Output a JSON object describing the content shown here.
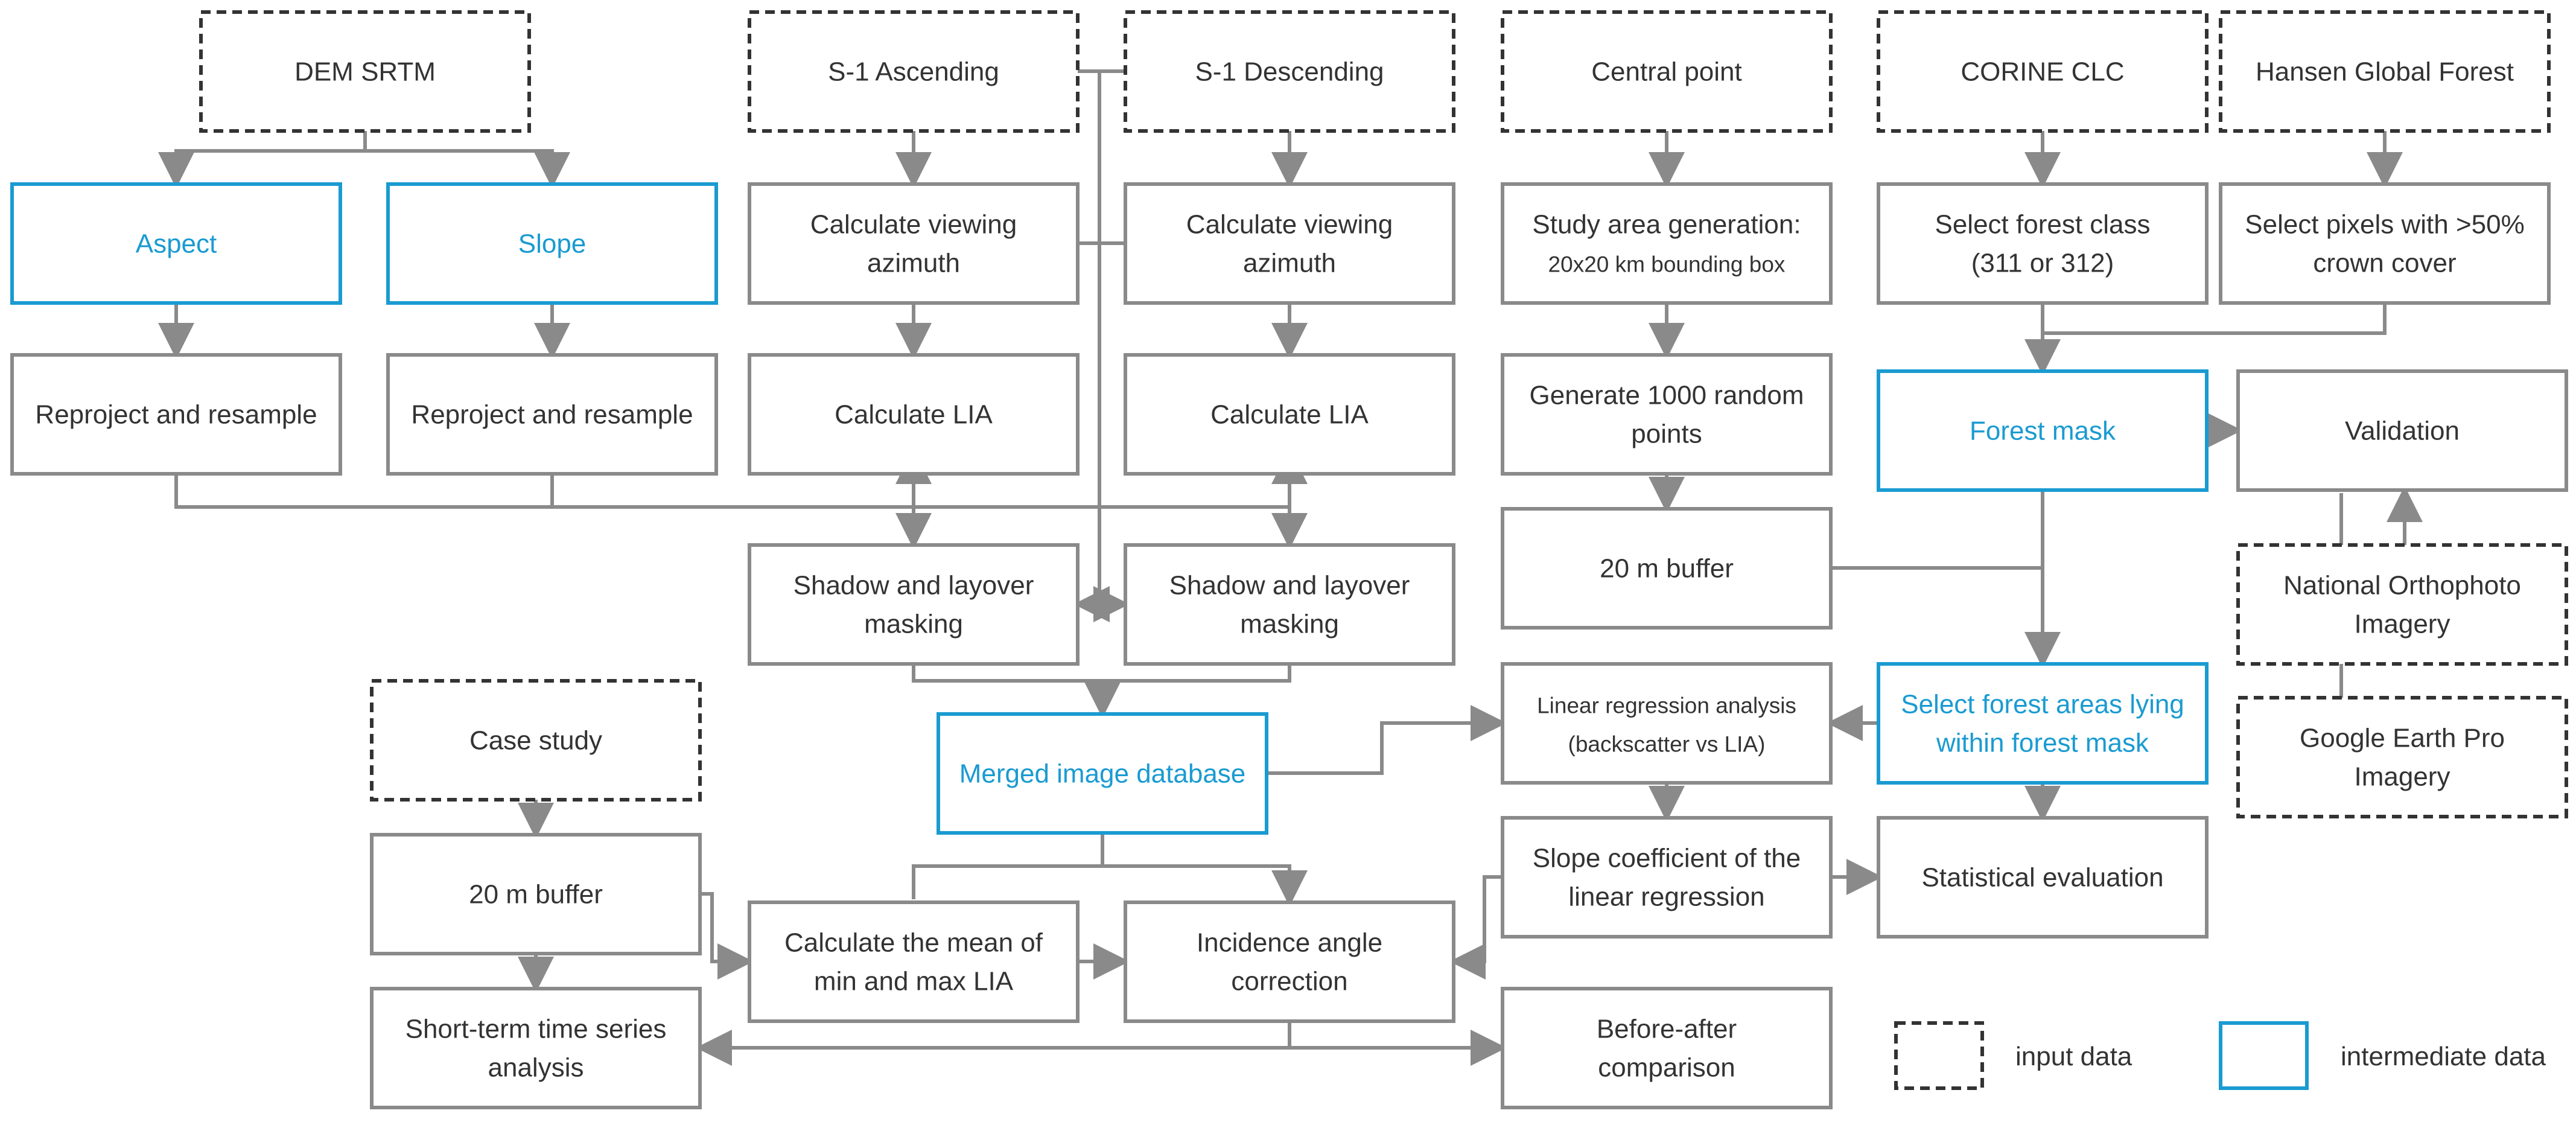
{
  "nodes": {
    "dem_srtm": {
      "lines": [
        "DEM SRTM"
      ]
    },
    "s1_asc": {
      "lines": [
        "S-1 Ascending"
      ]
    },
    "s1_desc": {
      "lines": [
        "S-1 Descending"
      ]
    },
    "central_point": {
      "lines": [
        "Central point"
      ]
    },
    "corine": {
      "lines": [
        "CORINE CLC"
      ]
    },
    "hansen": {
      "lines": [
        "Hansen Global Forest"
      ]
    },
    "aspect": {
      "lines": [
        "Aspect"
      ]
    },
    "slope": {
      "lines": [
        "Slope"
      ]
    },
    "view_az_asc": {
      "lines": [
        "Calculate viewing",
        "azimuth"
      ]
    },
    "view_az_desc": {
      "lines": [
        "Calculate viewing",
        "azimuth"
      ]
    },
    "study_area": {
      "lines": [
        "Study area generation:",
        "20x20 km bounding box"
      ]
    },
    "forest_class": {
      "lines": [
        "Select forest class",
        "(311 or 312)"
      ]
    },
    "crown_cover": {
      "lines": [
        "Select pixels with >50%",
        "crown cover"
      ]
    },
    "reproj_aspect": {
      "lines": [
        "Reproject and resample"
      ]
    },
    "reproj_slope": {
      "lines": [
        "Reproject and resample"
      ]
    },
    "lia_asc": {
      "lines": [
        "Calculate LIA"
      ]
    },
    "lia_desc": {
      "lines": [
        "Calculate LIA"
      ]
    },
    "random_points": {
      "lines": [
        "Generate 1000 random",
        "points"
      ]
    },
    "forest_mask": {
      "lines": [
        "Forest  mask"
      ]
    },
    "validation": {
      "lines": [
        "Validation"
      ]
    },
    "shadow_asc": {
      "lines": [
        "Shadow and layover",
        "masking"
      ]
    },
    "shadow_desc": {
      "lines": [
        "Shadow and layover",
        "masking"
      ]
    },
    "buffer_20m_a": {
      "lines": [
        "20 m buffer"
      ]
    },
    "orthophoto": {
      "lines": [
        "National Orthophoto",
        "Imagery"
      ]
    },
    "case_study": {
      "lines": [
        "Case study"
      ]
    },
    "merged_db": {
      "lines": [
        "Merged image database"
      ]
    },
    "lin_reg": {
      "lines": [
        "Linear regression  analysis",
        "(backscatter vs LIA)"
      ]
    },
    "select_forest": {
      "lines": [
        "Select forest areas lying",
        "within forest mask"
      ]
    },
    "google_earth": {
      "lines": [
        "Google Earth Pro",
        "Imagery"
      ]
    },
    "buffer_20m_b": {
      "lines": [
        "20 m buffer"
      ]
    },
    "slope_coef": {
      "lines": [
        "Slope coefficient of the",
        "linear regression"
      ]
    },
    "stat_eval": {
      "lines": [
        "Statistical evaluation"
      ]
    },
    "mean_lia": {
      "lines": [
        "Calculate the mean of",
        "min and max LIA"
      ]
    },
    "inc_angle": {
      "lines": [
        "Incidence angle",
        "correction"
      ]
    },
    "short_term": {
      "lines": [
        "Short-term  time series",
        "analysis"
      ]
    },
    "before_after": {
      "lines": [
        "Before-after",
        "comparison"
      ]
    }
  },
  "legend": {
    "input_label": "input data",
    "intermediate_label": "intermediate data"
  },
  "colors": {
    "input_border": "#333333",
    "intermediate_border": "#1a9bd1",
    "process_border": "#8a8a8a",
    "intermediate_text": "#1a9bd1",
    "arrow": "#8a8a8a"
  }
}
